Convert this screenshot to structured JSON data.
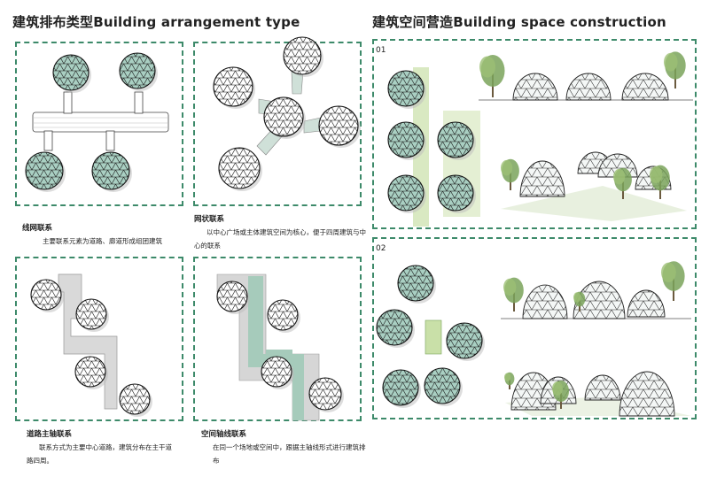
{
  "left": {
    "title": "建筑排布类型Building arrangement type",
    "panels": [
      {
        "title": "线网联系",
        "body": "主要联系元素为道路、廊道形成组团建筑"
      },
      {
        "title": "网状联系",
        "body": "以中心广场或主体建筑空间为核心，便于四周建筑与中心的联系"
      },
      {
        "title": "道路主轴联系",
        "body": "联系方式为主要中心道路，建筑分布在主干道路四周。"
      },
      {
        "title": "空间轴线联系",
        "body": "在同一个场地或空间中，跟据主轴线形式进行建筑排布"
      }
    ]
  },
  "right": {
    "title": "建筑空间营造Building space construction",
    "panels": [
      {
        "number": "01"
      },
      {
        "number": "02"
      }
    ]
  },
  "colors": {
    "accent": "#3d8a6a",
    "dome_fill": "#a9cfc2",
    "path_gray": "#d8d8d8",
    "path_green": "#9fc7b7",
    "tree_green": "#7aa35a"
  }
}
